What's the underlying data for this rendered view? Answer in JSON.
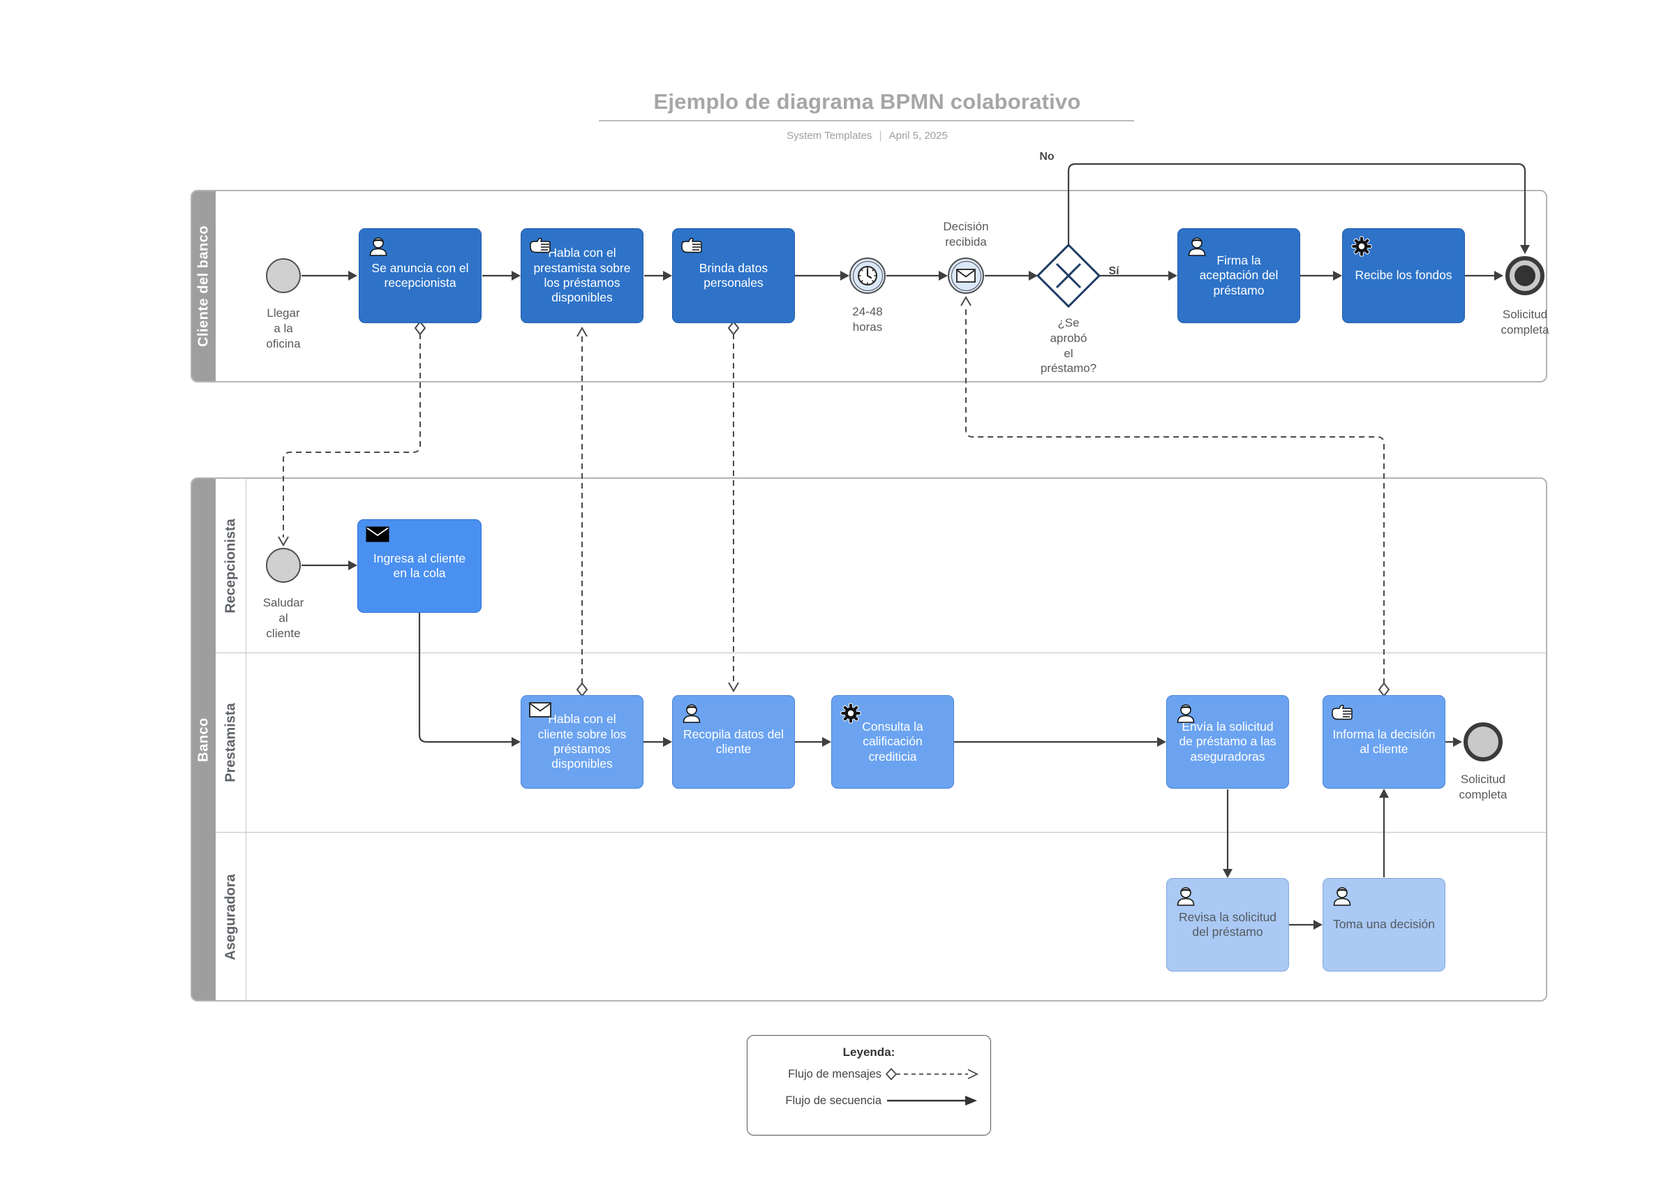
{
  "header": {
    "title": "Ejemplo de diagrama BPMN colaborativo",
    "subtitle_left": "System Templates",
    "subtitle_separator": "|",
    "subtitle_right": "April 5, 2025"
  },
  "pools": {
    "cliente": {
      "label": "Cliente del banco"
    },
    "banco": {
      "label": "Banco",
      "lanes": [
        "Recepcionista",
        "Prestamista",
        "Aseguradora"
      ]
    }
  },
  "nodes": {
    "start1": {
      "type": "start-event",
      "label": "Llegar\na la\noficina"
    },
    "t1": {
      "type": "task",
      "icon": "person-icon",
      "label": "Se anuncia con el recepcionista"
    },
    "t2": {
      "type": "task",
      "icon": "hand-icon",
      "label": "Habla con el prestamista sobre los préstamos disponibles"
    },
    "t3": {
      "type": "task",
      "icon": "hand-icon",
      "label": "Brinda datos personales"
    },
    "timer": {
      "type": "timer-event",
      "label": "24-48\nhoras"
    },
    "message": {
      "type": "message-event",
      "label": "Decisión\nrecibida"
    },
    "gateway": {
      "type": "exclusive-gateway",
      "label": "¿Se\naprobó\nel\npréstamo?",
      "branch_no": "No",
      "branch_yes": "Sí"
    },
    "t4": {
      "type": "task",
      "icon": "person-icon",
      "label": "Firma la aceptación del préstamo"
    },
    "t5": {
      "type": "task",
      "icon": "gear-icon",
      "label": "Recibe los fondos"
    },
    "end1": {
      "type": "end-event",
      "label": "Solicitud\ncompleta"
    },
    "start2": {
      "type": "start-event",
      "label": "Saludar\nal\ncliente"
    },
    "taskR": {
      "type": "task",
      "icon": "envelope-filled-icon",
      "label": "Ingresa al cliente en la cola"
    },
    "taskP1": {
      "type": "task",
      "icon": "envelope-outline-icon",
      "label": "Habla con el cliente sobre los préstamos disponibles"
    },
    "taskP2": {
      "type": "task",
      "icon": "person-icon",
      "label": "Recopila datos del cliente"
    },
    "taskP3": {
      "type": "task",
      "icon": "gear-icon",
      "label": "Consulta la calificación crediticia"
    },
    "taskP4": {
      "type": "task",
      "icon": "person-icon",
      "label": "Envía la solicitud de préstamo a las aseguradoras"
    },
    "taskP5": {
      "type": "task",
      "icon": "hand-icon",
      "label": "Informa la decisión al cliente"
    },
    "end2": {
      "type": "end-event",
      "label": "Solicitud\ncompleta"
    },
    "taskA1": {
      "type": "task",
      "icon": "person-icon",
      "label": "Revisa la solicitud del préstamo"
    },
    "taskA2": {
      "type": "task",
      "icon": "person-icon",
      "label": "Toma una decisión"
    }
  },
  "legend": {
    "title": "Leyenda:",
    "message_flow": "Flujo de mensajes",
    "sequence_flow": "Flujo de secuencia"
  },
  "colors": {
    "task_dark_blue": "#2e73c8",
    "task_bright_blue": "#4a90f0",
    "task_medium_blue": "#6ba3f0",
    "task_light_blue": "#aac9f4",
    "event_fill": "#dbe8fa",
    "pool_strip_gray": "#9e9e9e",
    "gateway_stroke": "#1e3c64",
    "sequence_line": "#3f3f3f",
    "message_line": "#4a4a4a",
    "title_gray": "#a6a6a6"
  }
}
